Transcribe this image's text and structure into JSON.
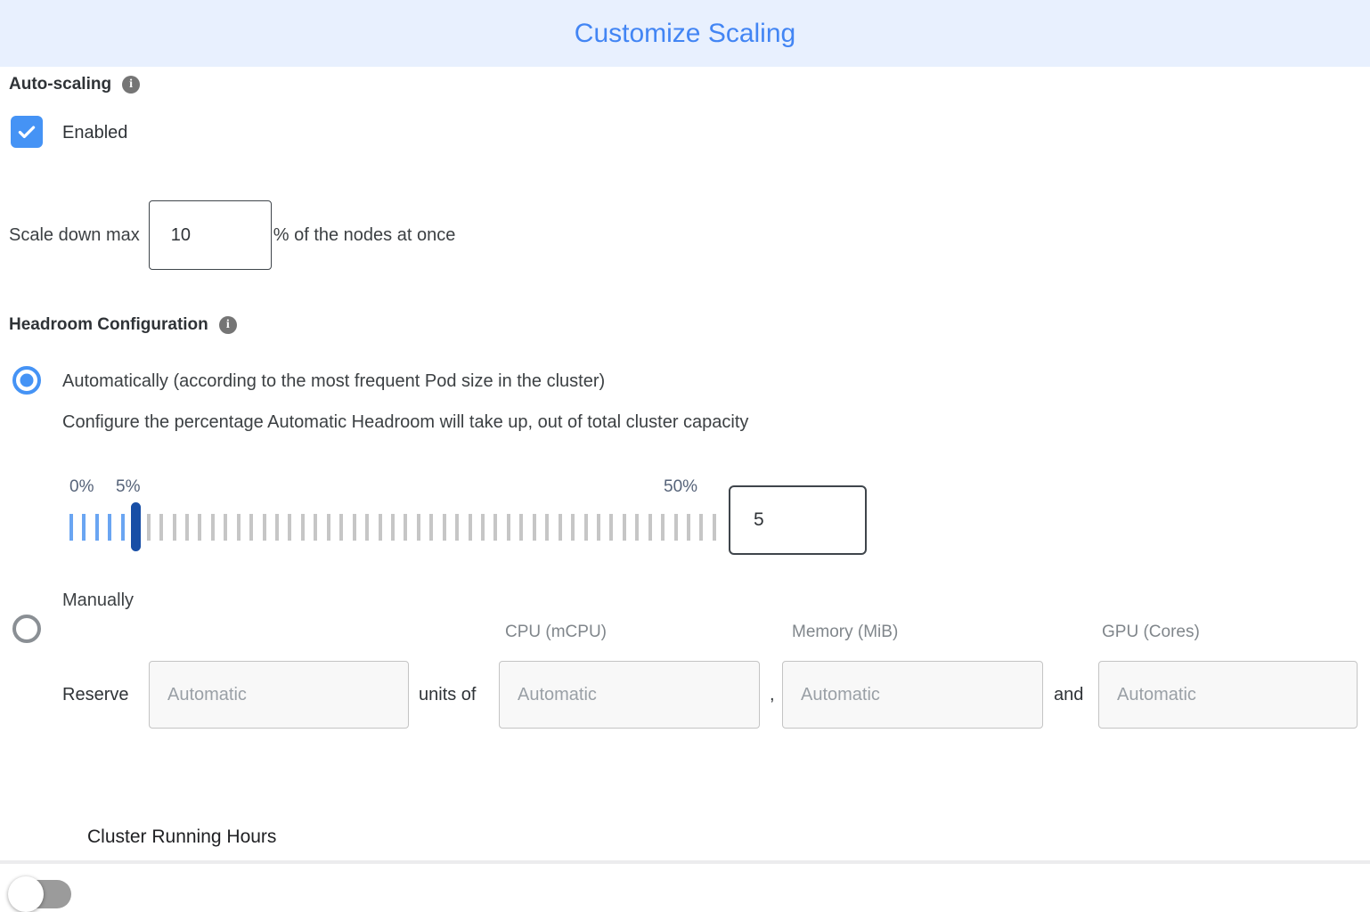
{
  "header": {
    "title": "Customize Scaling"
  },
  "auto_scaling": {
    "label": "Auto-scaling",
    "enabled_label": "Enabled",
    "checked": true
  },
  "scale_down": {
    "prefix": "Scale down max",
    "value": "10",
    "suffix": "% of the nodes at once"
  },
  "headroom": {
    "label": "Headroom Configuration",
    "auto_option": "Automatically (according to the most frequent Pod size in the cluster)",
    "auto_selected": true,
    "auto_description": "Configure the percentage Automatic Headroom will take up, out of total cluster capacity",
    "slider": {
      "min_label": "0%",
      "current_label": "5%",
      "max_label": "50%",
      "value": "5",
      "total_ticks": 51,
      "active_ticks": 6,
      "handle_index": 5
    },
    "manual_option": "Manually",
    "manual_selected": false
  },
  "manual_reserve": {
    "columns": [
      "CPU (mCPU)",
      "Memory (MiB)",
      "GPU (Cores)"
    ],
    "reserve_label": "Reserve",
    "units_of_label": "units of",
    "comma_label": ",",
    "and_label": "and",
    "placeholder": "Automatic"
  },
  "cluster_running_hours": {
    "label": "Cluster Running Hours",
    "enabled": false
  },
  "colors": {
    "accent_blue": "#4285f4",
    "header_bg": "#e8f0fe",
    "tick_active": "#6aa5f2",
    "tick_inactive": "#c6c6c6",
    "handle_blue": "#174ea6"
  }
}
